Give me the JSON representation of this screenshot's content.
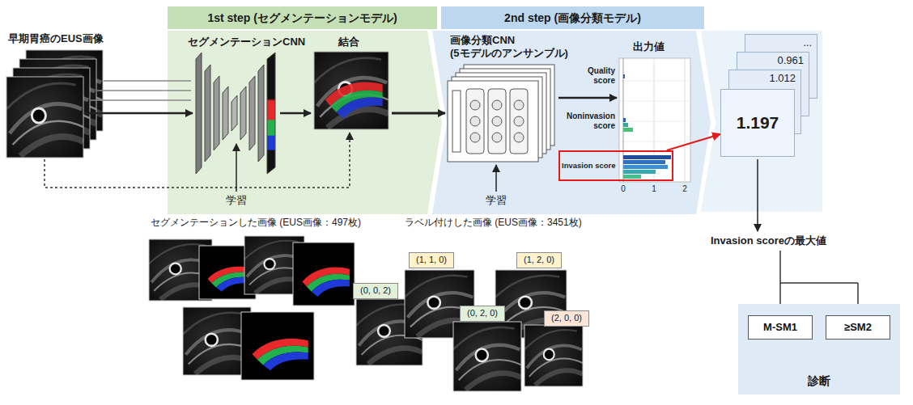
{
  "diagram": {
    "nodes": [
      {
        "text": [
          "1st step (セグメンテーションモデル)"
        ]
      },
      {
        "text": [
          "2nd step (画像分類モデル)"
        ]
      },
      {
        "text": [
          "Invasion score"
        ]
      },
      {
        "text": [
          "..."
        ]
      },
      {
        "text": [
          "0.961"
        ]
      },
      {
        "text": [
          "1.012"
        ]
      },
      {
        "text": [
          "1.197"
        ]
      },
      {
        "text": [
          "(1, 1, 0)"
        ]
      },
      {
        "text": [
          "(1, 2, 0)"
        ]
      },
      {
        "text": [
          "(0, 0, 2)"
        ]
      },
      {
        "text": [
          "(0, 2, 0)"
        ]
      },
      {
        "text": [
          "(2, 0, 0)"
        ]
      },
      {
        "text": [
          "診断"
        ]
      },
      {
        "text": [
          "M-SM1"
        ],
        "in": 12
      },
      {
        "text": [
          "≥SM2"
        ],
        "in": 12
      }
    ],
    "edges": [
      {
        "from": 2,
        "to": 6,
        "arrow": "to"
      }
    ],
    "labels": [
      "早期胃癌のEUS画像",
      "セグメンテーションCNN",
      "結合",
      "画像分類CNN (5モデルのアンサンブル)",
      "出力値",
      "Quality score",
      "Noninvasion score",
      "0",
      "1",
      "2",
      "学習",
      "学習",
      "Invasion scoreの最大値",
      "セグメンテーションした画像 (EUS画像：497枚)",
      "ラベル付けした画像 (EUS画像：3451枚)"
    ]
  }
}
